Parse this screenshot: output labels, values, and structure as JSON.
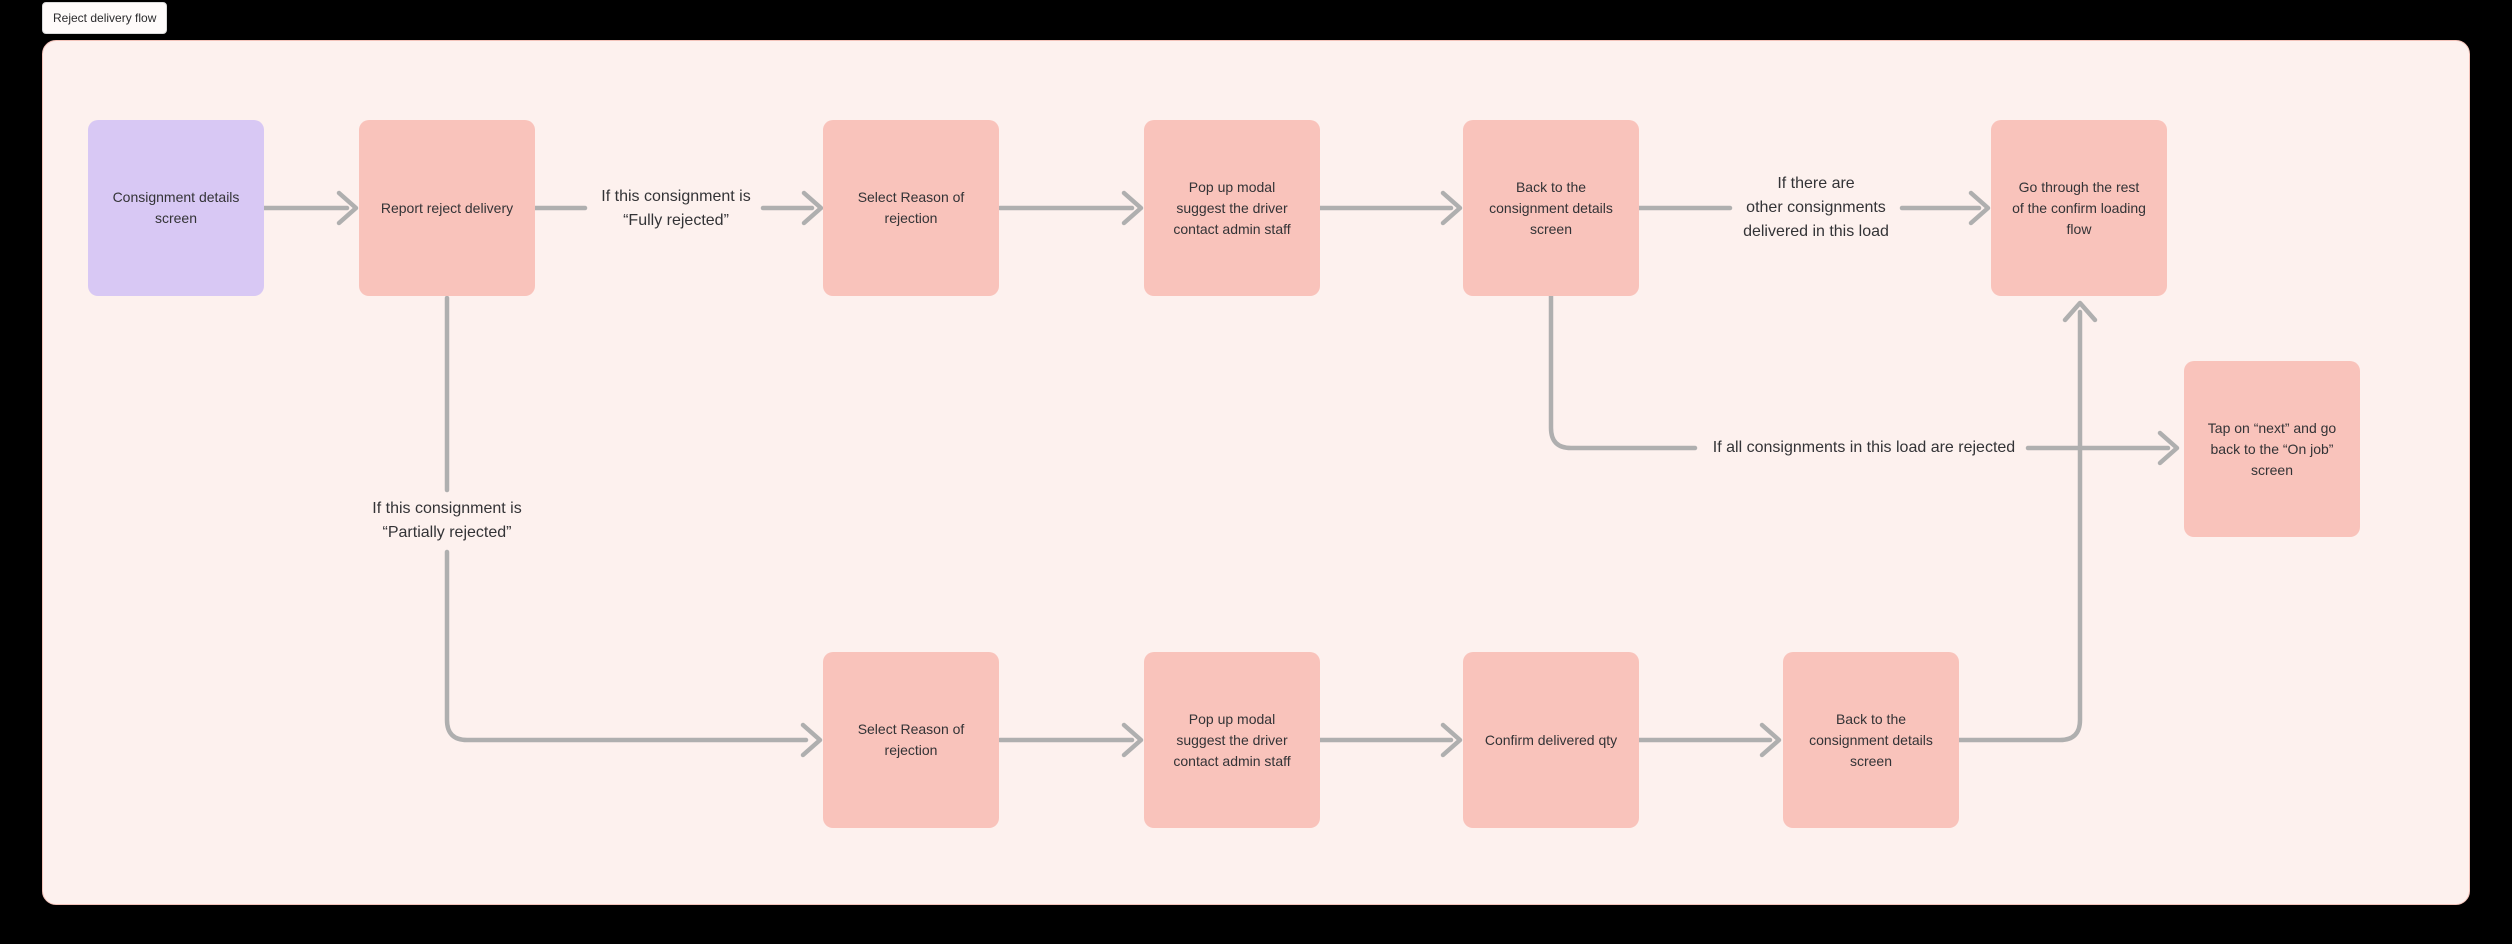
{
  "chip": {
    "label": "Reject delivery flow"
  },
  "colors": {
    "background": "#000000",
    "canvas": "#FDF1EE",
    "canvas_border": "#F3C3BA",
    "node_purple": "#D8C8F4",
    "node_salmon": "#F9C3BB",
    "connector": "#AFAFAF",
    "text": "#333336"
  },
  "nodes": [
    {
      "label": "Consignment details\nscreen"
    },
    {
      "label": "Report reject delivery"
    },
    {
      "label": "Select Reason of\nrejection"
    },
    {
      "label": "Pop up modal\nsuggest the driver\ncontact admin staff"
    },
    {
      "label": "Back to the\nconsignment details\nscreen"
    },
    {
      "label": "Go through the rest\nof the confirm loading\nflow"
    },
    {
      "label": "Tap on “next” and go\nback to the “On job”\nscreen"
    },
    {
      "label": "Select Reason of\nrejection"
    },
    {
      "label": "Pop up modal\nsuggest the driver\ncontact admin staff"
    },
    {
      "label": "Confirm delivered qty"
    },
    {
      "label": "Back to the\nconsignment details\nscreen"
    }
  ],
  "labels": [
    {
      "text": "If this consignment is\n“Fully rejected”"
    },
    {
      "text": "If there are\nother consignments\ndelivered in this load"
    },
    {
      "text": "If this consignment is\n“Partially rejected”"
    },
    {
      "text": "If all consignments in this load are rejected"
    }
  ]
}
